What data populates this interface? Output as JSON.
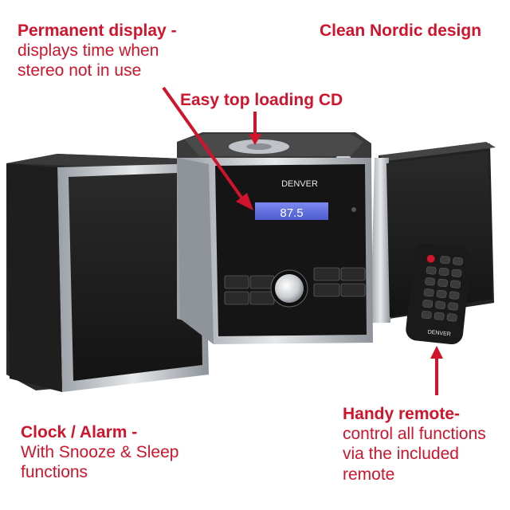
{
  "captions": {
    "permanent_display": {
      "title": "Permanent display -",
      "lines": [
        "displays time when",
        "stereo not in use"
      ]
    },
    "nordic": {
      "title": "Clean Nordic design"
    },
    "top_loading": {
      "title": "Easy top loading CD"
    },
    "clock_alarm": {
      "title": "Clock / Alarm -",
      "lines": [
        "With Snooze & Sleep",
        "functions"
      ]
    },
    "remote": {
      "title": "Handy remote-",
      "lines": [
        "control all functions",
        "via the included",
        "remote"
      ]
    }
  },
  "device": {
    "brand": "DENVER",
    "display_value": "87.5",
    "remote_brand": "DENVER"
  },
  "colors": {
    "accent": "#d0142c",
    "lcd": "#5b6bd8",
    "speaker_grille": "#1b1b1b",
    "silver_trim": "#c8cbcf"
  }
}
